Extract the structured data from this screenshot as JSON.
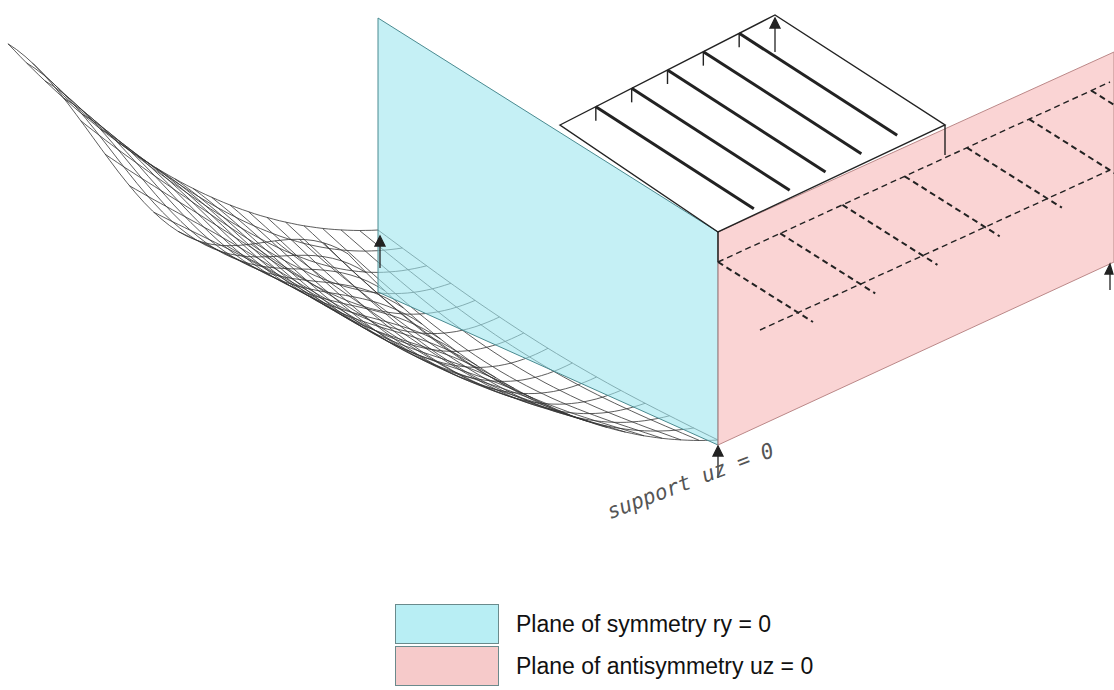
{
  "diagram": {
    "labels": [
      "support uz = 0"
    ],
    "legend": [
      {
        "text": "Plane of symmetry ry = 0",
        "color": "#b8eef4"
      },
      {
        "text": "Plane of antisymmetry uz = 0",
        "color": "#f6caca"
      }
    ]
  }
}
